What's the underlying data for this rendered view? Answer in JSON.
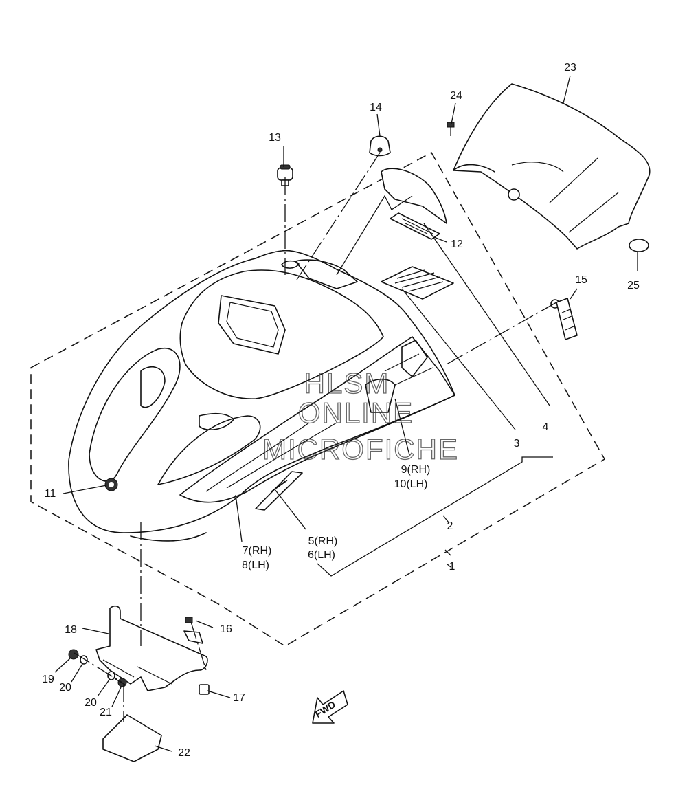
{
  "watermark": {
    "line1": "HLSM",
    "line2": "ONLINE",
    "line3": "MICROFICHE"
  },
  "direction_arrow": {
    "label": "FWD"
  },
  "callouts": {
    "c1": "1",
    "c2": "2",
    "c3": "3",
    "c4": "4",
    "c5": "5(RH)",
    "c6": "6(LH)",
    "c7": "7(RH)",
    "c8": "8(LH)",
    "c9": "9(RH)",
    "c10": "10(LH)",
    "c11": "11",
    "c12": "12",
    "c13": "13",
    "c14": "14",
    "c15": "15",
    "c16": "16",
    "c17": "17",
    "c18": "18",
    "c19": "19",
    "c20a": "20",
    "c20b": "20",
    "c21": "21",
    "c22": "22",
    "c23": "23",
    "c24": "24",
    "c25": "25"
  }
}
